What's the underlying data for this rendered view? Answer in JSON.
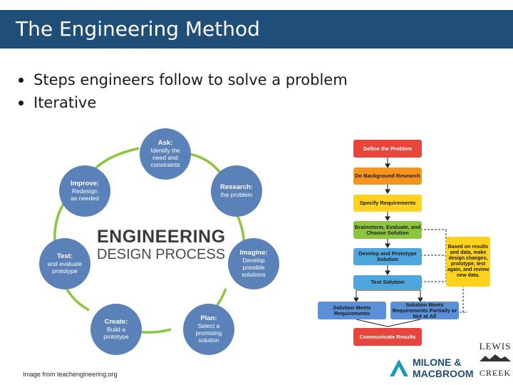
{
  "slide": {
    "title": "The Engineering Method",
    "bullets": [
      "Steps engineers follow to solve a problem",
      "Iterative"
    ],
    "credit": "Image from teachengineering.org"
  },
  "cycle": {
    "heading": "ENGINEERING",
    "subheading": "DESIGN PROCESS",
    "steps": [
      {
        "title": "Ask:",
        "lines": [
          "Identify the",
          "need and",
          "constraints"
        ]
      },
      {
        "title": "Research:",
        "lines": [
          "the problem"
        ]
      },
      {
        "title": "Imagine:",
        "lines": [
          "Develop",
          "possible",
          "solutions"
        ]
      },
      {
        "title": "Plan:",
        "lines": [
          "Select a",
          "promising",
          "solution"
        ]
      },
      {
        "title": "Create:",
        "lines": [
          "Build a",
          "prototype"
        ]
      },
      {
        "title": "Test:",
        "lines": [
          "and evaluate",
          "prototype"
        ]
      },
      {
        "title": "Improve:",
        "lines": [
          "Redesign",
          "as needed"
        ]
      }
    ]
  },
  "flowchart": {
    "define": "Define the Problem",
    "background": "Do Background Research",
    "requirements": "Specify Requirements",
    "brainstorm": "Brainstorm, Evaluate, and Choose Solution",
    "develop": "Develop and Prototype Solution",
    "test": "Test Solution",
    "meets": "Solution Meets Requirements",
    "partial": "Solution Meets Requirements Partially or Not at All",
    "communicate": "Communicate Results",
    "note": "Based on results and data, make design changes, prototype, test again, and review new data."
  },
  "logos": {
    "milone_line1": "MILONE &",
    "milone_line2": "MACBROOM",
    "lewis_line1": "LEWIS",
    "lewis_line2": "CREEK"
  },
  "colors": {
    "title_bar": "#1f4e79",
    "node": "#5b82b8",
    "ring": "#8cc63f",
    "red": "#e8453c",
    "orange": "#f7941d",
    "yellow": "#ffd21f",
    "green": "#8cc63f",
    "blue": "#4fa6dc"
  }
}
